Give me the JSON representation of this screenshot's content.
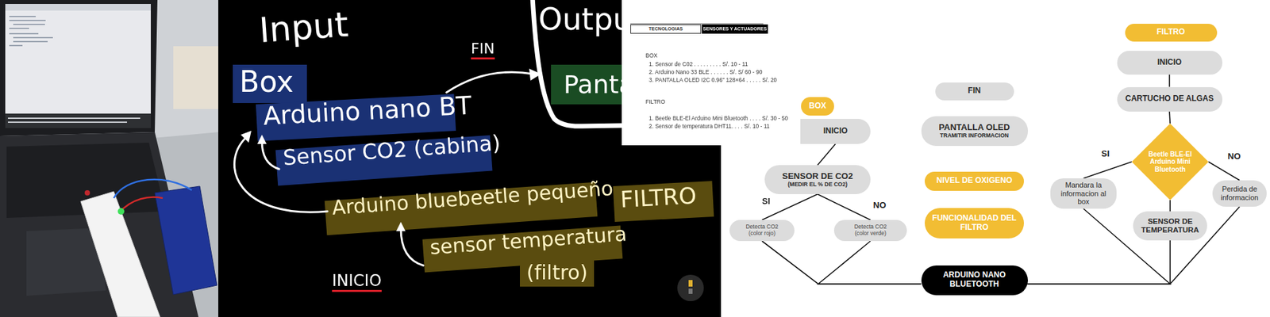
{
  "diagram": {
    "nodes": [
      {
        "text": [
          "BOX"
        ]
      },
      {
        "text": [
          "INICIO"
        ]
      },
      {
        "text": [
          "SENSOR DE CO2",
          "(MEDIR EL % DE CO2)"
        ]
      },
      {
        "text": [
          "Detecta CO2",
          "(color rojo)"
        ]
      },
      {
        "text": [
          "Detecta CO2",
          "(color verde)"
        ]
      },
      {
        "text": [
          "FIN"
        ]
      },
      {
        "text": [
          "PANTALLA OLED",
          "TRAMITIR INFORMACION"
        ]
      },
      {
        "text": [
          "NIVEL DE OXIGENO"
        ]
      },
      {
        "text": [
          "FUNCIONALIDAD DEL FILTRO"
        ]
      },
      {
        "text": [
          "ARDUINO NANO BLUETOOTH"
        ]
      },
      {
        "text": [
          "FILTRO"
        ]
      },
      {
        "text": [
          "INICIO"
        ]
      },
      {
        "text": [
          "CARTUCHO DE ALGAS"
        ]
      },
      {
        "text": [
          "Beetle BLE-El Arduino Mini Bluetooth"
        ]
      },
      {
        "text": [
          "Mandara la informacion al box"
        ]
      },
      {
        "text": [
          "Perdida de informacion"
        ]
      },
      {
        "text": [
          "SENSOR DE TEMPERATURA"
        ]
      }
    ],
    "edges": [
      {
        "from": 1,
        "to": 2,
        "arrow": "none"
      },
      {
        "from": 2,
        "to": 3,
        "arrow": "none"
      },
      {
        "from": 2,
        "to": 4,
        "arrow": "none"
      },
      {
        "from": 3,
        "to": 9,
        "arrow": "none"
      },
      {
        "from": 4,
        "to": 9,
        "arrow": "none"
      },
      {
        "from": 11,
        "to": 12,
        "arrow": "none"
      },
      {
        "from": 12,
        "to": 13,
        "arrow": "none"
      },
      {
        "from": 13,
        "to": 14,
        "arrow": "none"
      },
      {
        "from": 13,
        "to": 15,
        "arrow": "none"
      },
      {
        "from": 13,
        "to": 16,
        "arrow": "none"
      },
      {
        "from": 14,
        "to": 9,
        "arrow": "none"
      },
      {
        "from": 16,
        "to": 9,
        "arrow": "none"
      },
      {
        "from": 15,
        "to": 9,
        "arrow": "none"
      }
    ],
    "labels": [
      "Input",
      "Outpu",
      "FIN",
      "Panta",
      "Box",
      "Arduino nano BT",
      "Sensor CO2 (cabina)",
      "Arduino bluebeetle pequeño",
      "FILTRO",
      "sensor temperatura",
      "(filtro)",
      "INICIO",
      "TECNOLOGIAS",
      "SENSORES Y ACTUADORES",
      "BOX",
      "1. Sensor de C02 . . . . . . . . . S/. 10 - 11",
      "2. Arduino Nano 33 BLE . . . . . . S/. S/ 60 - 90",
      "3. PANTALLA OLED I2C 0.96\" 128×64 . . . . . S/. 20",
      "FILTRO",
      "1. Beetle BLE-El Arduino Mini Bluetooth . . . . S/. 30 - 50",
      "2. Sensor de temperatura DHT11. . . . S/. 10 - 11",
      "SI",
      "NO",
      "SI",
      "NO"
    ]
  }
}
